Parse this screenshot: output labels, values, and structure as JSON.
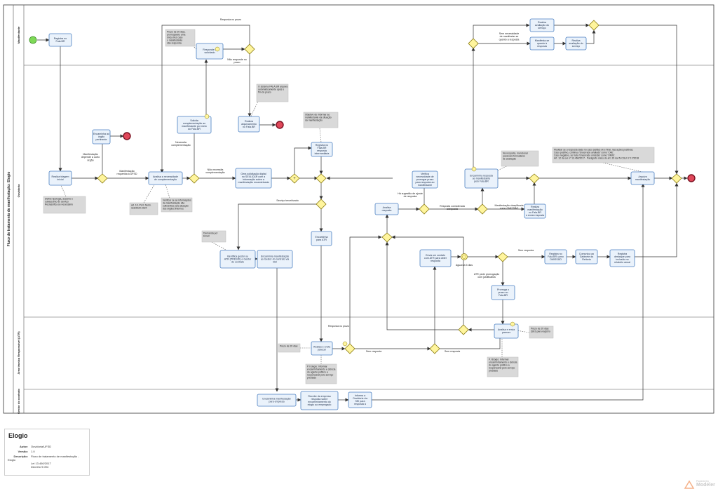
{
  "pool": {
    "title": "Fluxo de tratamento de manifestação: Elogio"
  },
  "lanes": [
    {
      "id": "lane-manifestante",
      "label": "Manifestante"
    },
    {
      "id": "lane-ouvidoria",
      "label": "Ouvidoria"
    },
    {
      "id": "lane-area",
      "label": "Área técnica Responsável (ATR)"
    },
    {
      "id": "lane-gestor",
      "label": "Gestor do contrato"
    }
  ],
  "tasks": [
    {
      "id": "t-registra",
      "lines": [
        "Registra no",
        "Fala.BR"
      ]
    },
    {
      "id": "t-responde",
      "lines": [
        "Responde o",
        "solicitado"
      ]
    },
    {
      "id": "t-realiza-triagem",
      "lines": [
        "Realiza triagem",
        "inicial"
      ]
    },
    {
      "id": "t-encaminha-orgao",
      "lines": [
        "Encaminha ao",
        "órgão",
        "pertinente"
      ]
    },
    {
      "id": "t-analisa",
      "lines": [
        "Analisa a necessidade",
        "de complementação"
      ]
    },
    {
      "id": "t-solicita",
      "lines": [
        "Solicita",
        "complementação ao",
        "manifestante por meio",
        "do Fala.BR"
      ]
    },
    {
      "id": "t-realiza-arquivamento",
      "lines": [
        "Realiza",
        "arquivamento",
        "no Fala.BR"
      ]
    },
    {
      "id": "t-gera-sei",
      "lines": [
        "Gera solicitação digital",
        "no SEI/LICAR com a",
        "informação sobre a",
        "manifestação encaminhada"
      ]
    },
    {
      "id": "t-registra-andamento",
      "lines": [
        "Registra no",
        "Fala.BR",
        "resposta",
        "intermediária"
      ]
    },
    {
      "id": "t-verifica-pertinente",
      "lines": [
        "Verifica",
        "necessidade de",
        "prorrogar prazo",
        "para resposta ao",
        "manifestante"
      ]
    },
    {
      "id": "t-encaminha-resposta",
      "lines": [
        "Encaminha resposta",
        "ao manifestante",
        "pelo Fala.BR"
      ]
    },
    {
      "id": "t-realiza-avaliacao-m",
      "lines": [
        "Realiza",
        "avaliação do",
        "serviço"
      ]
    },
    {
      "id": "t-manifesta",
      "lines": [
        "Manifesta-se",
        "quanto à",
        "resposta"
      ]
    },
    {
      "id": "t-realiza-avaliacao-2",
      "lines": [
        "Realiza",
        "avaliação do",
        "serviço"
      ]
    },
    {
      "id": "t-analisa-resposta",
      "lines": [
        "Analisa",
        "resposta"
      ]
    },
    {
      "id": "t-realiza-manifestacao",
      "lines": [
        "Realiza",
        "manifestação",
        "no Fala.BR",
        "e envia resposta"
      ]
    },
    {
      "id": "t-arquiva",
      "lines": [
        "Arquiva",
        "manifestação"
      ]
    },
    {
      "id": "t-identifica",
      "lines": [
        "Identifica gestor ou",
        "ATR (PRESID) e Gestor",
        "do contrato"
      ]
    },
    {
      "id": "t-encaminha-gestor",
      "lines": [
        "Encaminha manifestação",
        "ao Gestor do contrato via",
        "SEI"
      ]
    },
    {
      "id": "t-encaminha-atr",
      "lines": [
        "Encaminha",
        "para ATR"
      ]
    },
    {
      "id": "t-envia-contato",
      "lines": [
        "Envia um contato",
        "com ATR para obter",
        "resposta"
      ]
    },
    {
      "id": "t-registra-sem",
      "lines": [
        "Registra no",
        "Fala.BR como",
        "OMISSÃO"
      ]
    },
    {
      "id": "t-comunica",
      "lines": [
        "Comunica ao",
        "Gabinete da",
        "Reitoria"
      ]
    },
    {
      "id": "t-registra-desta",
      "lines": [
        "Registra",
        "destaque para",
        "inclusão no",
        "relatório anual"
      ]
    },
    {
      "id": "t-prorroga",
      "lines": [
        "Prorroga o",
        "prazo no",
        "Fala.BR"
      ]
    },
    {
      "id": "t-analisa-envia",
      "lines": [
        "Analisa e envia",
        "parecer"
      ]
    },
    {
      "id": "t-analisa-envia-2",
      "lines": [
        "Analisa e envia",
        "parecer"
      ]
    },
    {
      "id": "t-encaminha-empresa",
      "lines": [
        "Encaminha manifestação",
        "para empresa"
      ]
    },
    {
      "id": "t-recebe-empresa",
      "lines": [
        "Recebe da empresa",
        "resposta sobre",
        "encaminhamento do",
        "elogio ao empregado"
      ]
    },
    {
      "id": "t-informa",
      "lines": [
        "Informa a",
        "Ouvidoria via",
        "SEI para",
        "resposta à"
      ]
    }
  ],
  "notes": [
    {
      "id": "n-prazo-20-top",
      "lines": [
        "Prazo de 20 dias,",
        "prorrogáveis uma",
        "única vez caso",
        "o manifestante",
        "não responda"
      ]
    },
    {
      "id": "n-sistema",
      "lines": [
        "O sistema FALA.BR arquiva",
        "automaticamente após o",
        "fim do prazo"
      ]
    },
    {
      "id": "n-objetivo",
      "lines": [
        "Objetivo de informar ao",
        "manifestante da situação",
        "da manifestação"
      ]
    },
    {
      "id": "n-defina",
      "lines": [
        "Define tipologia, assunto e",
        "subassunto do serviço",
        "Reclassifica se necessário"
      ]
    },
    {
      "id": "n-art",
      "lines": [
        "art. 10, Port. Norm.",
        "116/2020-2024"
      ]
    },
    {
      "id": "n-verificar",
      "lines": [
        "Verificar se as informações",
        "da manifestação são",
        "suficientes para atuação",
        "dos órgãos internos"
      ]
    },
    {
      "id": "n-resposta-ouvidoria",
      "lines": [
        "Na resposta, mencionar",
        "possíveis formulários",
        "de avaliação"
      ]
    },
    {
      "id": "n-demanda",
      "lines": [
        "Demanda por",
        "Email"
      ]
    },
    {
      "id": "n-prazo-20-atr",
      "lines": [
        "Prazo de 20 dias"
      ]
    },
    {
      "id": "n-prazo-20-b",
      "lines": [
        "Prazo de 20 dias",
        "(SEI) para registro"
      ]
    },
    {
      "id": "n-pi-elogio-1",
      "lines": [
        "P.I Elogio: Informar",
        "encaminhamento e ciência",
        "do agente público a",
        "responsável pelo serviço",
        "prestado"
      ]
    },
    {
      "id": "n-pi-elogio-2",
      "lines": [
        "P.I Elogio: Informar",
        "encaminhamento e ciência",
        "do agente público a",
        "responsável pelo serviço",
        "prestado"
      ]
    },
    {
      "id": "n-legal",
      "lines": [
        "Modelar se a resposta dada no caso (estão) ok e final, nas ações positivas.",
        "Caso positivo, continua 'Encerrado avaliado' como 'CAE'.",
        "Caso negativo, se trata 'Encerrado omissão' como 'OMIS'.",
        "Art. 12 da Lei nº 13.460/2017 - Parágrafo único do art. 23 da IN CGU nº 17/2018"
      ]
    }
  ],
  "edge_labels": [
    {
      "id": "l-resposta-prazo-top",
      "text": "Resposta no prazo"
    },
    {
      "id": "l-nao-responde",
      "lines": [
        "Não responde no",
        "prazo"
      ]
    },
    {
      "id": "l-manifestacao-depende",
      "lines": [
        "Manifestação",
        "depende a outro",
        "órgão"
      ]
    },
    {
      "id": "l-manifestacao-ufsd",
      "lines": [
        "Manifestação",
        "requerida à UFSD"
      ]
    },
    {
      "id": "l-necessita",
      "lines": [
        "Necessita",
        "complementação"
      ]
    },
    {
      "id": "l-nao-necessita",
      "lines": [
        "Não necessita",
        "complementação"
      ]
    },
    {
      "id": "l-servico-terceirizado",
      "text": "Serviço terceirizado"
    },
    {
      "id": "l-nao-sugestao",
      "lines": [
        "Há sugestão de ajuste",
        "de resposta"
      ]
    },
    {
      "id": "l-resposta-considerada",
      "lines": [
        "Resposta considerada",
        "adequada"
      ]
    },
    {
      "id": "l-manifestacao-classificada",
      "lines": [
        "Manifestação classificada",
        "como OMISSÃO"
      ]
    },
    {
      "id": "l-sem-necessidade",
      "lines": [
        "Sem necessidade",
        "de manifestar-se",
        "quanto a resposta"
      ]
    },
    {
      "id": "l-sem-resposta-1",
      "text": "Sem resposta"
    },
    {
      "id": "l-aguarda",
      "text": "Aguarda 5 dias"
    },
    {
      "id": "l-atr-pede",
      "lines": [
        "ATR pede prorrogação",
        "com justificativa"
      ]
    },
    {
      "id": "l-resposta-prazo-atr",
      "text": "Resposta no prazo"
    },
    {
      "id": "l-sem-resposta-2",
      "text": "Sem resposta"
    },
    {
      "id": "l-sem-resposta-3",
      "text": "Sem resposta"
    }
  ],
  "legend": {
    "title": "Elogio",
    "rows": [
      {
        "label": "Autor:",
        "value": "Ouvidoria/UFSD"
      },
      {
        "label": "Versão:",
        "value": "1.0"
      },
      {
        "label": "Descrição:",
        "lines": [
          "Fluxo de tratamento de manifestação - Elogio",
          "Lei 13.460/2017",
          "Decreto 9.094"
        ]
      }
    ]
  },
  "brand": {
    "small": "Powered by",
    "name": "Modeler"
  },
  "colors": {
    "task_fill": "#eaf2fb",
    "task_stroke": "#4a7fc1",
    "gateway": "#fff59d",
    "note": "#d9d9d9",
    "start": "#7ed957",
    "end": "#e0485a"
  }
}
